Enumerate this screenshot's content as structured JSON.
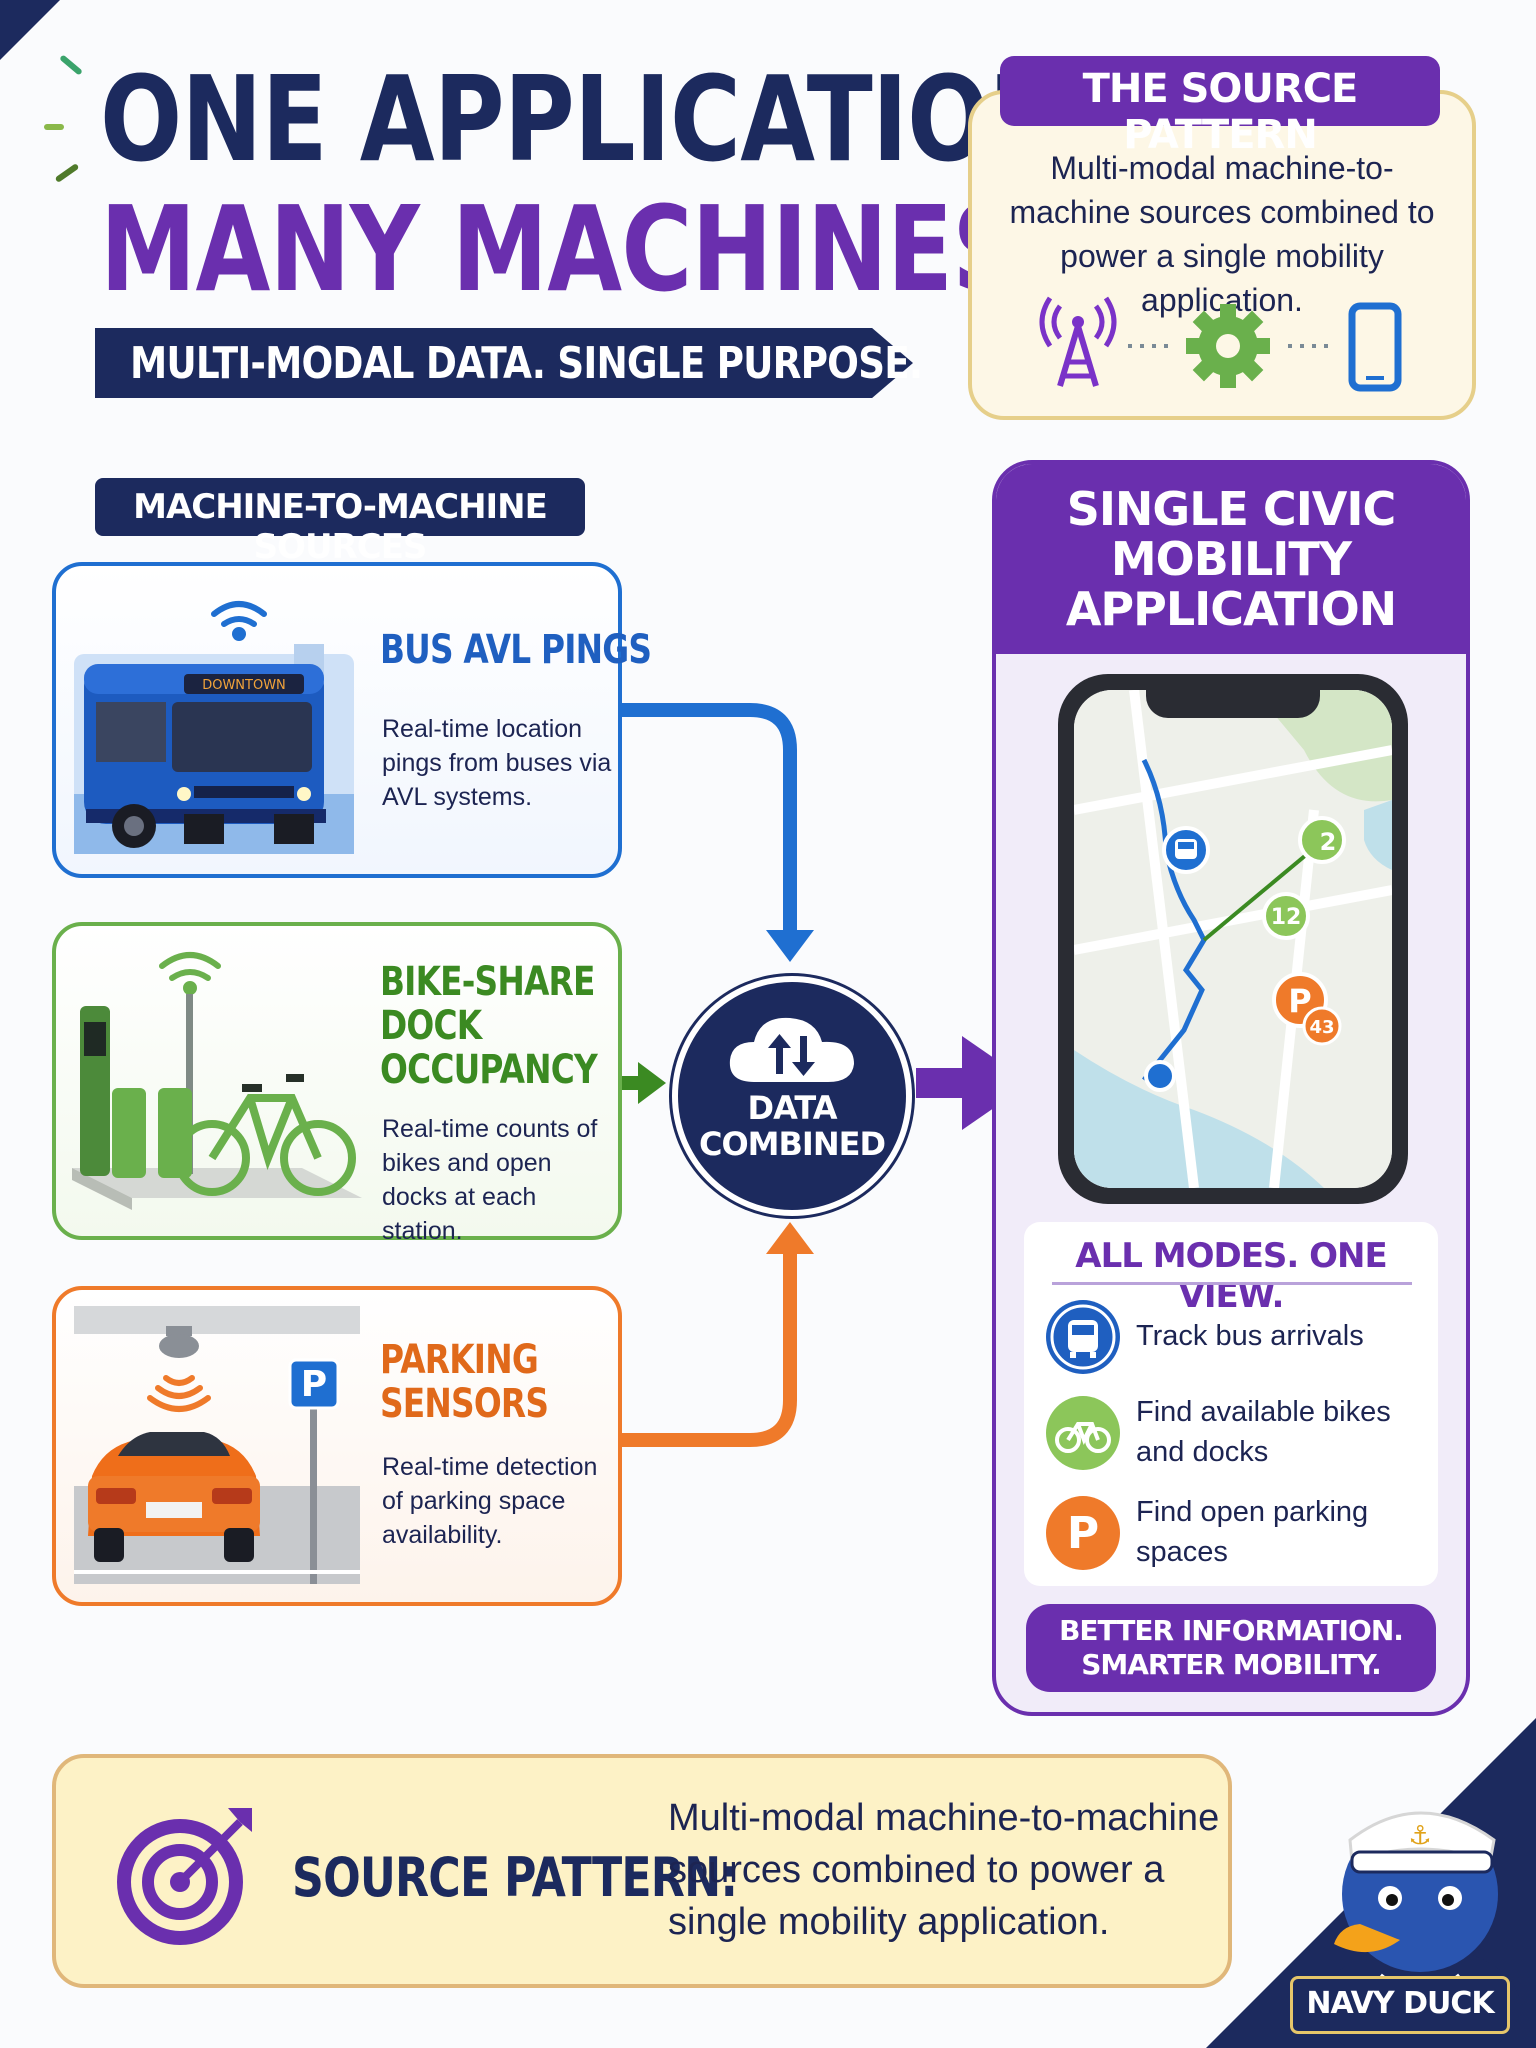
{
  "colors": {
    "navy": "#1c2a5e",
    "purple": "#6a2fae",
    "bus_blue": "#1f6fd1",
    "bike_green": "#6ab04c",
    "parking_orange": "#ef7a2a",
    "cream": "#fdf7e6"
  },
  "header": {
    "line1": "ONE APPLICATION.",
    "line2": "MANY MACHINES.",
    "tagline": "MULTI-MODAL DATA.  SINGLE PURPOSE."
  },
  "source_pattern_box": {
    "title": "THE SOURCE PATTERN",
    "description": "Multi-modal machine-to-machine sources combined to power a single mobility application.",
    "icons": [
      "antenna-icon",
      "gear-icon",
      "smartphone-icon"
    ]
  },
  "sources": {
    "label": "MACHINE-TO-MACHINE SOURCES",
    "bus": {
      "title": "BUS AVL PINGS",
      "description": "Real-time location pings from buses via AVL systems.",
      "sign": "DOWNTOWN"
    },
    "bike": {
      "title_1": "BIKE-SHARE",
      "title_2": "DOCK",
      "title_3": "OCCUPANCY",
      "description": "Real-time counts of bikes and open docks at each station."
    },
    "parking": {
      "title_1": "PARKING",
      "title_2": "SENSORS",
      "description": "Real-time detection of parking space availability.",
      "sign": "P"
    }
  },
  "hub": {
    "label_1": "DATA",
    "label_2": "COMBINED"
  },
  "app": {
    "title_1": "SINGLE CIVIC",
    "title_2": "MOBILITY",
    "title_3": "APPLICATION",
    "map_badges": {
      "bike_count_a": "2",
      "bike_count_b": "12",
      "parking_letter": "P",
      "parking_count": "43"
    },
    "modes_title": "ALL MODES. ONE VIEW.",
    "modes": [
      {
        "icon": "bus-icon",
        "text": "Track bus arrivals"
      },
      {
        "icon": "bicycle-icon",
        "text": "Find available bikes and docks"
      },
      {
        "icon": "parking-icon",
        "text": "Find open parking spaces"
      }
    ],
    "footer_1": "BETTER INFORMATION.",
    "footer_2": "SMARTER MOBILITY."
  },
  "bottom": {
    "label": "SOURCE PATTERN:",
    "description": "Multi-modal machine-to-machine sources combined to power a single mobility application."
  },
  "mascot": {
    "label": "NAVY DUCK"
  }
}
